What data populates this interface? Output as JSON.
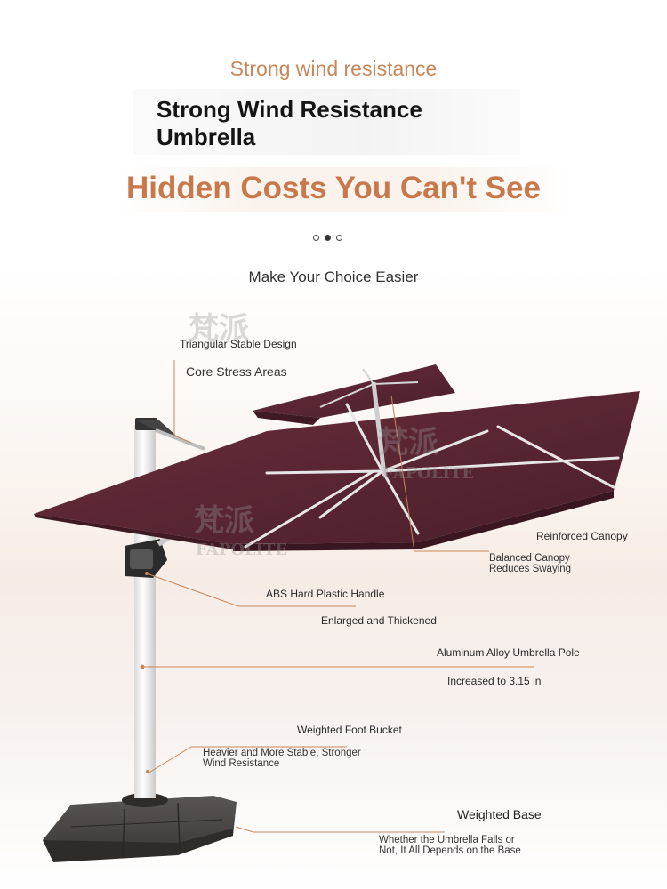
{
  "header": {
    "subtitle": "Strong wind resistance",
    "headline_line1": "Strong Wind Resistance",
    "headline_line2": "Umbrella",
    "costs": "Hidden Costs You Can't See",
    "choice": "Make Your Choice Easier"
  },
  "carousel": {
    "count": 3,
    "active_index": 1
  },
  "brand": {
    "watermark_cn": "梵派",
    "watermark_en": "FAPOLITE"
  },
  "callouts": {
    "triangular_title": "Triangular Stable Design",
    "triangular_sub": "Core Stress Areas",
    "canopy_title": "Reinforced Canopy",
    "canopy_sub_1": "Balanced Canopy",
    "canopy_sub_2": "Reduces Swaying",
    "handle_title": "ABS Hard Plastic Handle",
    "handle_sub": "Enlarged and Thickened",
    "pole_title": "Aluminum Alloy Umbrella Pole",
    "pole_sub": "Increased to 3.15 in",
    "bucket_title": "Weighted Foot Bucket",
    "bucket_sub_1": "Heavier and More Stable, Stronger",
    "bucket_sub_2": "Wind Resistance",
    "base_title": "Weighted Base",
    "base_sub_1": "Whether the Umbrella Falls or",
    "base_sub_2": "Not, It All Depends on the Base"
  },
  "colors": {
    "accent": "#c8784a",
    "canopy": "#5a2633",
    "leader": "#c8865a"
  }
}
